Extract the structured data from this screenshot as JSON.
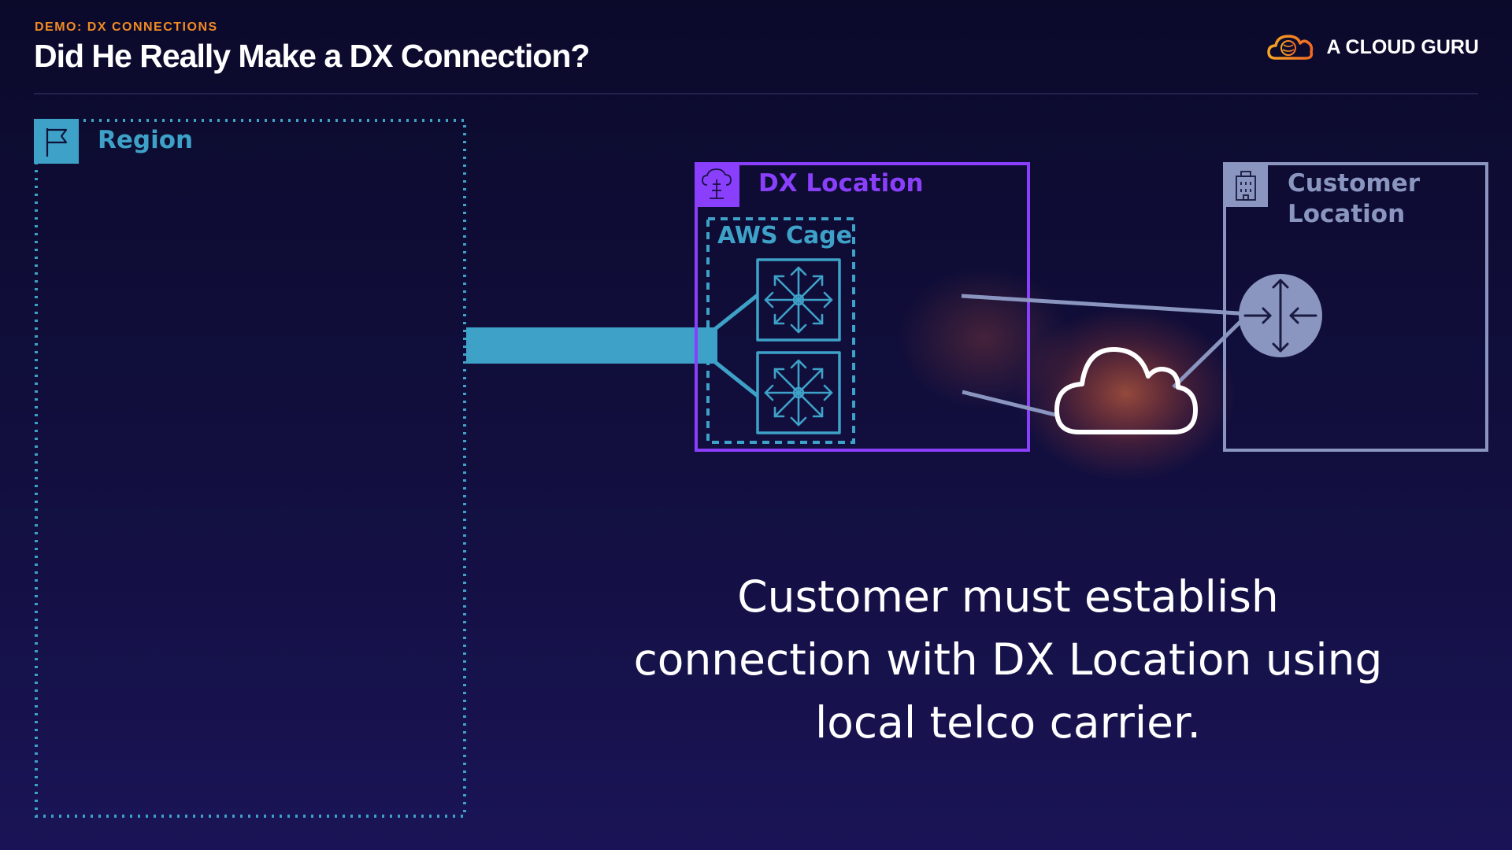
{
  "header": {
    "eyebrow": "DEMO:  DX CONNECTIONS",
    "title": "Did He Really Make a DX Connection?",
    "brand_name": "A CLOUD GURU",
    "brand_icon": "cloud-guru-logo-icon"
  },
  "diagram": {
    "region": {
      "label": "Region",
      "icon": "flag-icon",
      "color": "#3ea1c8"
    },
    "dx_location": {
      "label": "DX Location",
      "icon": "dx-location-icon",
      "color": "#8a3ffc"
    },
    "aws_cage": {
      "label": "AWS Cage",
      "color": "#3ea1c8"
    },
    "routers": [
      {
        "icon": "aws-router-icon"
      },
      {
        "icon": "aws-router-icon"
      }
    ],
    "carrier_cloud": {
      "icon": "cloud-icon"
    },
    "customer_location": {
      "label_line1": "Customer",
      "label_line2": "Location",
      "icon": "building-icon",
      "color": "#8a96c0"
    },
    "customer_router": {
      "icon": "customer-router-icon"
    }
  },
  "message": {
    "line1": "Customer must establish",
    "line2": "connection with DX Location using",
    "line3": "local telco carrier."
  },
  "colors": {
    "accent_orange": "#f08a24",
    "teal": "#3ea1c8",
    "purple": "#8a3ffc",
    "slate": "#8a96c0"
  }
}
